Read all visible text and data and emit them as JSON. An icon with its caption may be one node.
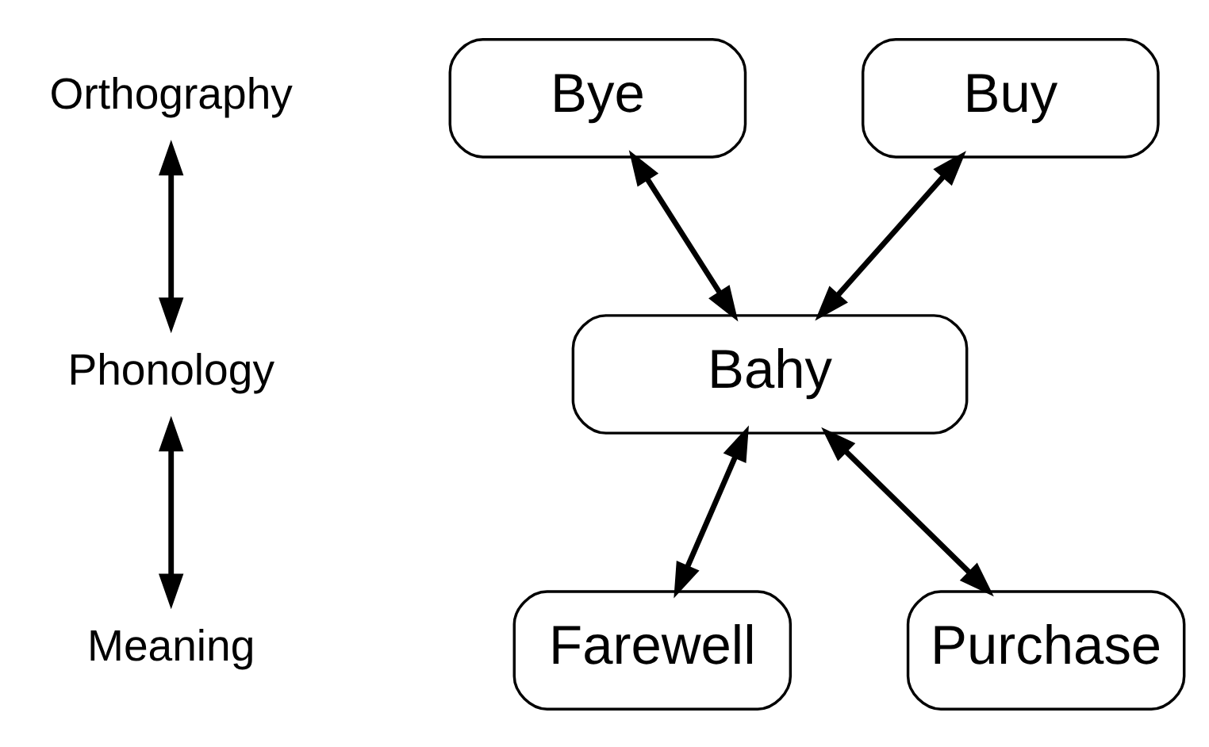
{
  "diagram": {
    "nodes": [
      {
        "text": [
          "Orthography"
        ]
      },
      {
        "text": [
          "Phonology"
        ]
      },
      {
        "text": [
          "Meaning"
        ]
      },
      {
        "text": [
          "Bye"
        ]
      },
      {
        "text": [
          "Buy"
        ]
      },
      {
        "text": [
          "Bahy"
        ]
      },
      {
        "text": [
          "Farewell"
        ]
      },
      {
        "text": [
          "Purchase"
        ]
      }
    ],
    "edges": [
      {
        "from": 0,
        "to": 1,
        "arrow": "both"
      },
      {
        "from": 1,
        "to": 2,
        "arrow": "both"
      },
      {
        "from": 3,
        "to": 5,
        "arrow": "both"
      },
      {
        "from": 4,
        "to": 5,
        "arrow": "both"
      },
      {
        "from": 5,
        "to": 6,
        "arrow": "both"
      },
      {
        "from": 5,
        "to": 7,
        "arrow": "both"
      }
    ]
  }
}
